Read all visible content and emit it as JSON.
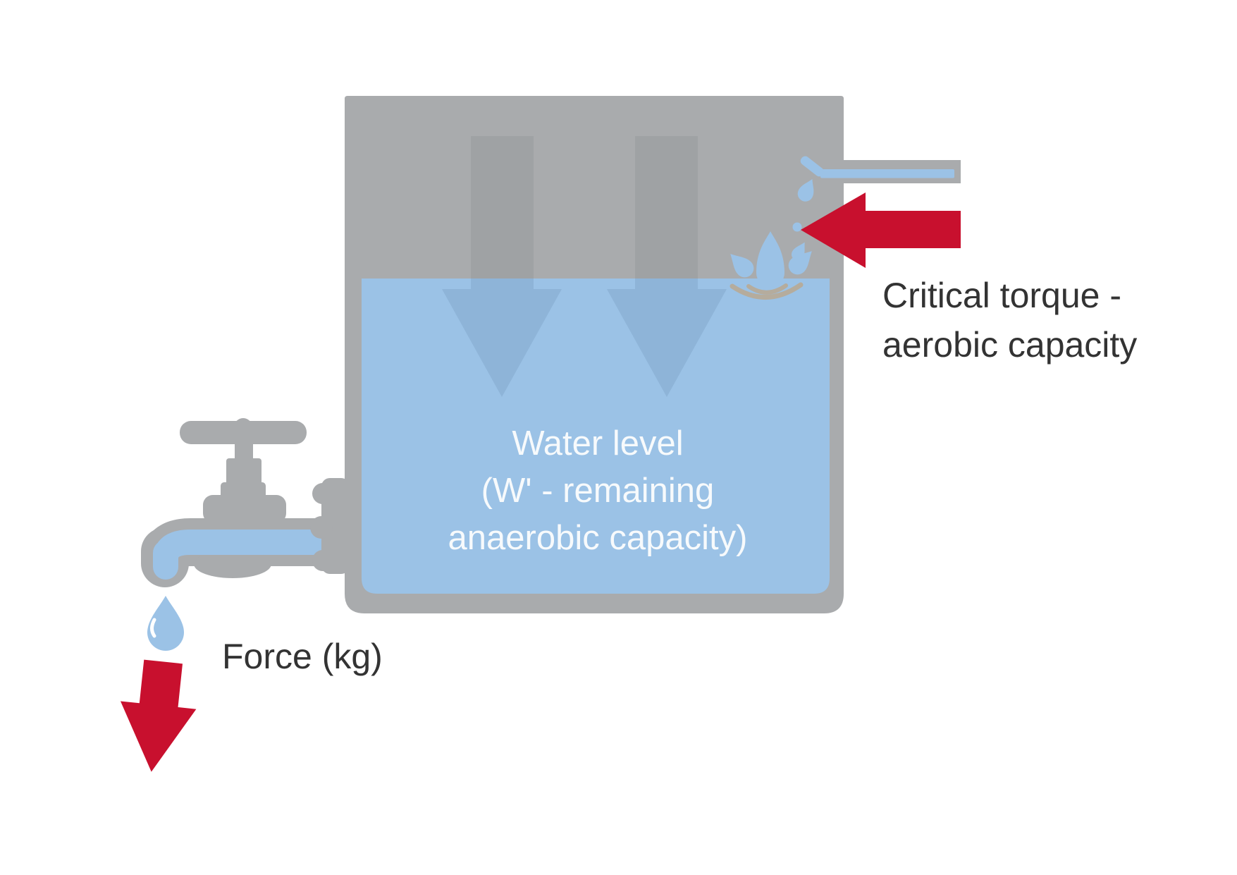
{
  "labels": {
    "critical_torque": {
      "line1": "Critical torque -",
      "line2": "aerobic capacity"
    },
    "water_level": {
      "line1": "Water level",
      "line2": "(W' - remaining",
      "line3": "anaerobic capacity)"
    },
    "force": {
      "text": "Force (kg)"
    }
  },
  "colors": {
    "tank_gray": "#a9abad",
    "shaft_gray": "#9fa2a4",
    "water_blue": "#9bc2e6",
    "arrow_blue": "#8eb4d8",
    "arrow_red": "#c8102e",
    "ripple_tan": "#b5ac9d",
    "text_dark": "#333333",
    "text_light": "#f7fafc"
  },
  "icons": {
    "faucet": "faucet-icon",
    "falling_drop": "water-drop-icon",
    "splash": "water-splash-icon",
    "inflow_pipe": "inflow-pipe-icon",
    "critical_arrow": "arrow-left-icon",
    "force_arrow": "arrow-down-icon",
    "watermark": "double-down-arrows-watermark"
  }
}
